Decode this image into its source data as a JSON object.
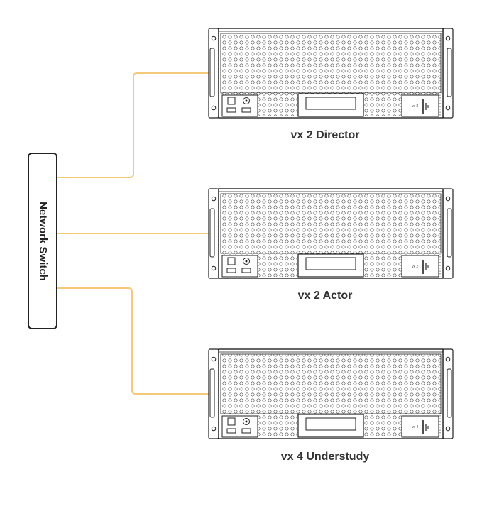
{
  "switch": {
    "label": "Network Switch"
  },
  "servers": [
    {
      "label": "vx 2 Director",
      "badge": "vx 2"
    },
    {
      "label": "vx 2 Actor",
      "badge": "vx 2"
    },
    {
      "label": "vx 4 Understudy",
      "badge": "vx 4"
    }
  ],
  "colors": {
    "cable": "#F5C97A",
    "outline": "#222222",
    "text": "#333333"
  }
}
